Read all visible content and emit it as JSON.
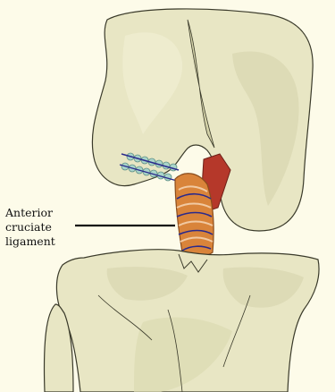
{
  "label": {
    "line1": "Anterior",
    "line2": "cruciate",
    "line3": "ligament"
  },
  "colors": {
    "background": "#fdfbe9",
    "bone_fill": "#e8e6c4",
    "bone_shadow": "#cfcda3",
    "bone_outline": "#3a3a2a",
    "graft": "#d9843a",
    "graft_dark": "#b8662a",
    "pcl": "#b5382a",
    "suture": "#2a2a8c",
    "screw": "#a9d4c9"
  }
}
